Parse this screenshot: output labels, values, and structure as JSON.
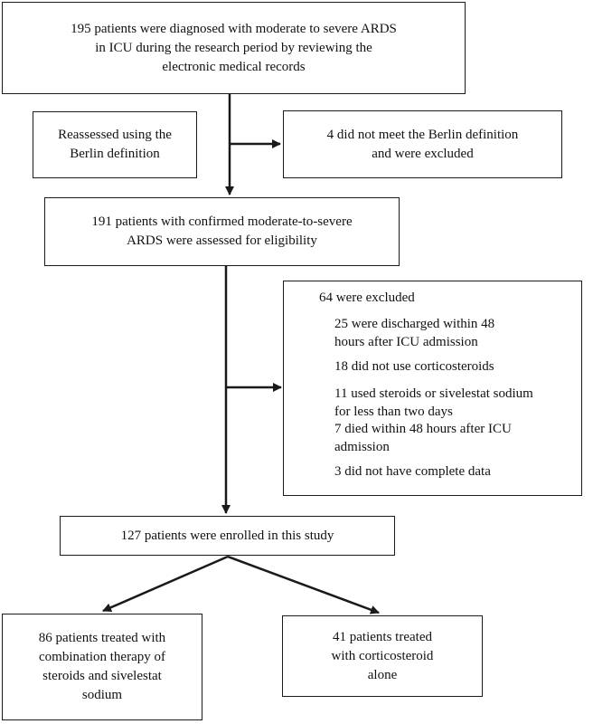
{
  "flowchart": {
    "screening": {
      "lines": [
        "195 patients were diagnosed with moderate to severe ARDS",
        "in ICU during the research period by reviewing the",
        "electronic medical records"
      ]
    },
    "reassessed": {
      "lines": [
        "Reassessed using the",
        "Berlin definition"
      ]
    },
    "excluded_berlin": {
      "lines": [
        "4 did not meet the Berlin definition",
        "and were excluded"
      ]
    },
    "eligibility": {
      "lines": [
        "191 patients with confirmed moderate-to-severe",
        "ARDS were assessed for eligibility"
      ]
    },
    "excluded_eligibility": {
      "heading": "64 were excluded",
      "reasons": [
        {
          "lines": [
            "25 were discharged within 48",
            "hours after ICU admission"
          ]
        },
        {
          "lines": [
            "18 did not use corticosteroids"
          ]
        },
        {
          "lines": [
            "11 used steroids or sivelestat sodium",
            "for less than two days"
          ]
        },
        {
          "lines": [
            "7 died within 48 hours after ICU",
            "admission"
          ]
        },
        {
          "lines": [
            "3 did not have complete data"
          ]
        }
      ]
    },
    "enrolled": {
      "lines": [
        "127 patients were enrolled in this study"
      ]
    },
    "combination_group": {
      "lines": [
        "86 patients treated with",
        "combination therapy of",
        "steroids and sivelestat",
        "sodium"
      ]
    },
    "steroid_group": {
      "lines": [
        "41 patients treated",
        "with corticosteroid",
        "alone"
      ]
    }
  }
}
